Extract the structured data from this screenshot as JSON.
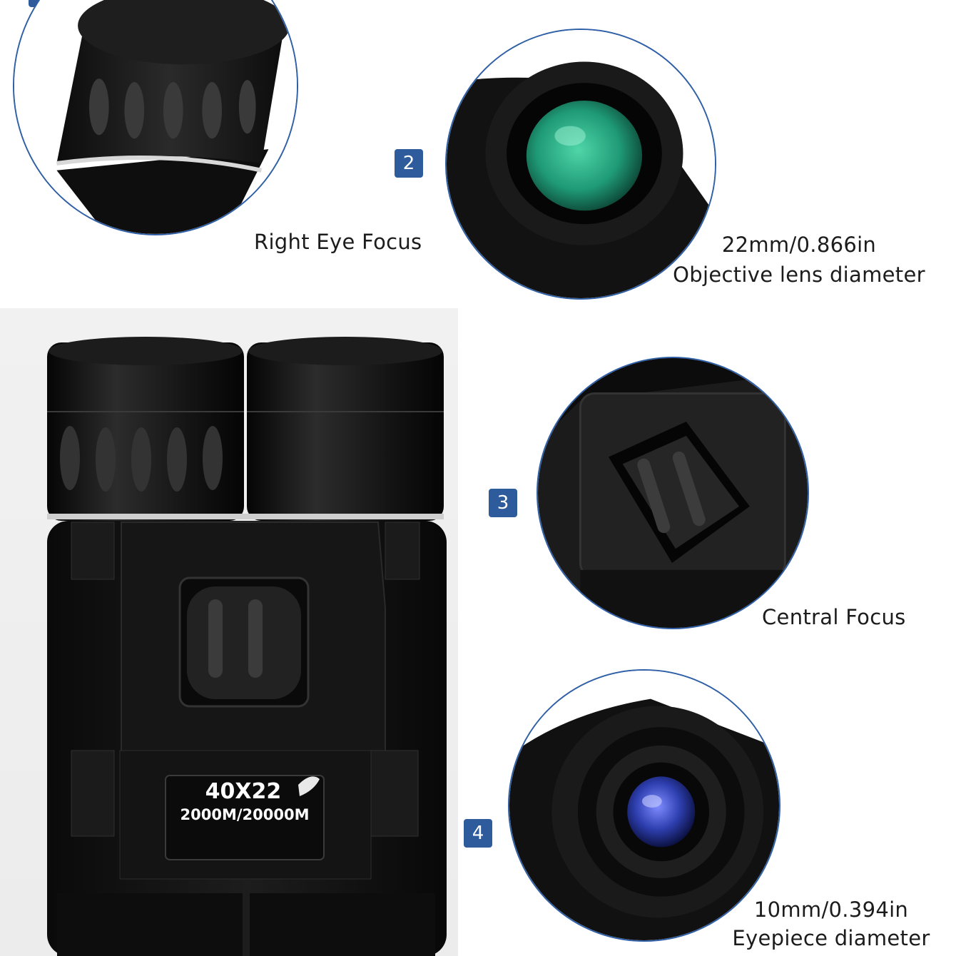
{
  "features": [
    {
      "number": "",
      "caption": "Right Eye Focus"
    },
    {
      "number": "2",
      "caption_line1": "22mm/0.866in",
      "caption_line2": "Objective lens diameter"
    },
    {
      "number": "3",
      "caption": "Central Focus"
    },
    {
      "number": "4",
      "caption_line1": "10mm/0.394in",
      "caption_line2": "Eyepiece diameter"
    }
  ],
  "product": {
    "model": "40X22",
    "range": "2000M/20000M"
  },
  "colors": {
    "badge": "#2e5b9c",
    "circle_border": "#2f5fa6",
    "objective_lens": "#1f9a76",
    "eyepiece_lens": "#2e3fb0",
    "body": "#111111"
  }
}
